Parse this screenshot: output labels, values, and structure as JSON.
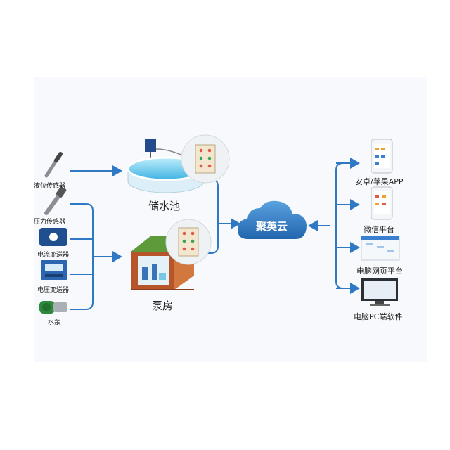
{
  "sensors": [
    {
      "label": "液位传感器",
      "icon": "level-sensor-icon"
    },
    {
      "label": "压力传感器",
      "icon": "pressure-sensor-icon"
    },
    {
      "label": "电流变送器",
      "icon": "current-transmitter-icon"
    },
    {
      "label": "电压变送器",
      "icon": "voltage-transmitter-icon"
    },
    {
      "label": "水泵",
      "icon": "water-pump-icon"
    }
  ],
  "facilities": [
    {
      "label": "储水池",
      "icon": "water-tank-icon"
    },
    {
      "label": "泵房",
      "icon": "pump-house-icon"
    }
  ],
  "cloud": {
    "label": "聚英云",
    "color": "#2f78c4"
  },
  "platforms": [
    {
      "label": "安卓/苹果APP",
      "icon": "mobile-app-icon"
    },
    {
      "label": "微信平台",
      "icon": "wechat-platform-icon"
    },
    {
      "label": "电脑网页平台",
      "icon": "web-platform-icon"
    },
    {
      "label": "电脑PC端软件",
      "icon": "pc-software-icon"
    }
  ],
  "colors": {
    "line": "#2f78c4",
    "water": "#5fc3ea"
  }
}
